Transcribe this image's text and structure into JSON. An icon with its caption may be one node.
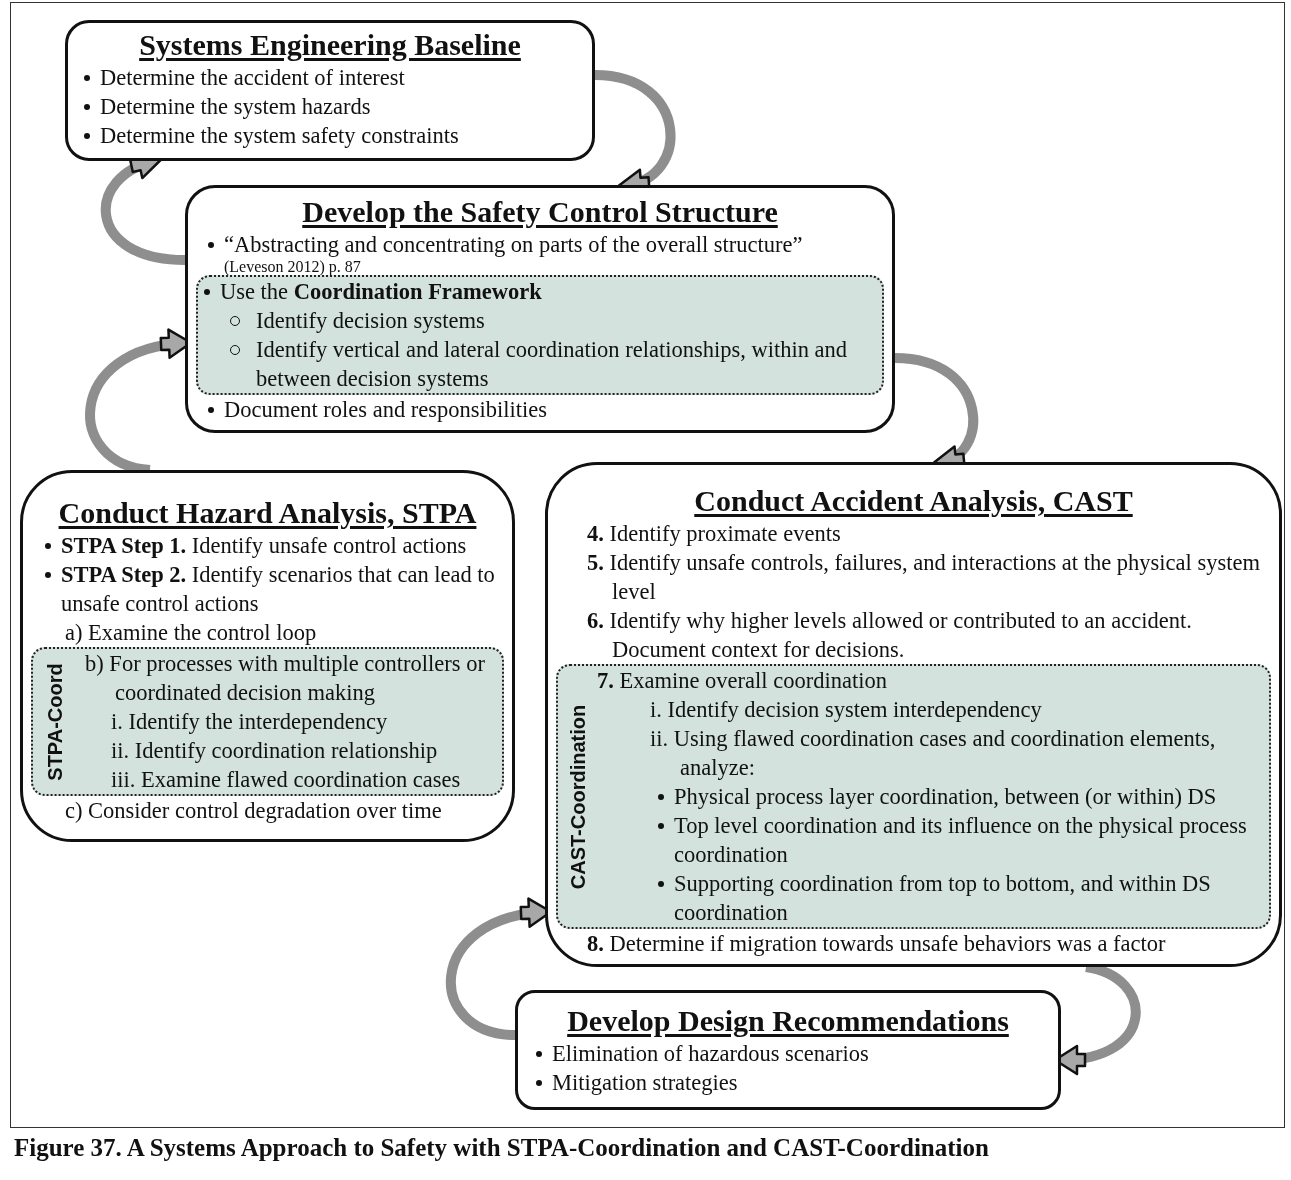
{
  "diagram": {
    "caption": "Figure 37. A Systems Approach to Safety with STPA-Coordination and CAST-Coordination",
    "nodes": [
      {
        "text": [
          "Systems Engineering Baseline",
          "Determine the accident of interest",
          "Determine the system hazards",
          "Determine the system safety constraints"
        ]
      },
      {
        "text": [
          "Develop the Safety Control Structure",
          "“Abstracting and concentrating on parts of the overall structure”",
          "(Leveson 2012) p. 87",
          "Document roles and responsibilities"
        ]
      },
      {
        "text": [
          "Use the **Coordination Framework**",
          "Identify decision systems",
          "Identify vertical and lateral coordination relationships, within and between decision systems"
        ],
        "in": 1
      },
      {
        "text": [
          "Conduct Hazard Analysis, STPA",
          "**STPA Step 1.** Identify unsafe control actions",
          "**STPA Step 2.** Identify scenarios that can lead to unsafe control actions",
          "a) Examine the control loop",
          "c) Consider control degradation over time"
        ]
      },
      {
        "text": [
          "STPA-Coord",
          "b) For processes with multiple controllers or coordinated decision making",
          "i. Identify the interdependency",
          "ii. Identify coordination relationship",
          "iii. Examine flawed coordination cases"
        ],
        "in": 3
      },
      {
        "text": [
          "Conduct Accident Analysis, CAST",
          "**4.** Identify proximate events",
          "**5.** Identify unsafe controls, failures, and interactions at the physical system level",
          "**6.** Identify why higher levels allowed or contributed to an accident. Document context for decisions.",
          "**8.** Determine if migration towards unsafe behaviors was a factor"
        ]
      },
      {
        "text": [
          "CAST-Coordination",
          "**7.** Examine overall coordination",
          "i. Identify decision system interdependency",
          "ii. Using flawed coordination cases and coordination elements, analyze:",
          "Physical process layer coordination, between (or within) DS",
          "Top level coordination and its influence on the physical process coordination",
          "Supporting coordination from top to bottom, and within DS coordination"
        ],
        "in": 5
      },
      {
        "text": [
          "Develop Design Recommendations",
          "Elimination of hazardous scenarios",
          "Mitigation strategies"
        ]
      }
    ],
    "edges": [
      {
        "from": 0,
        "to": 1,
        "arrow": "to"
      },
      {
        "from": 1,
        "to": 5,
        "arrow": "to"
      },
      {
        "from": 5,
        "to": 7,
        "arrow": "to"
      },
      {
        "from": 7,
        "to": 5,
        "arrow": "to"
      },
      {
        "from": 3,
        "to": 1,
        "arrow": "to"
      },
      {
        "from": 1,
        "to": 0,
        "arrow": "to"
      }
    ]
  }
}
